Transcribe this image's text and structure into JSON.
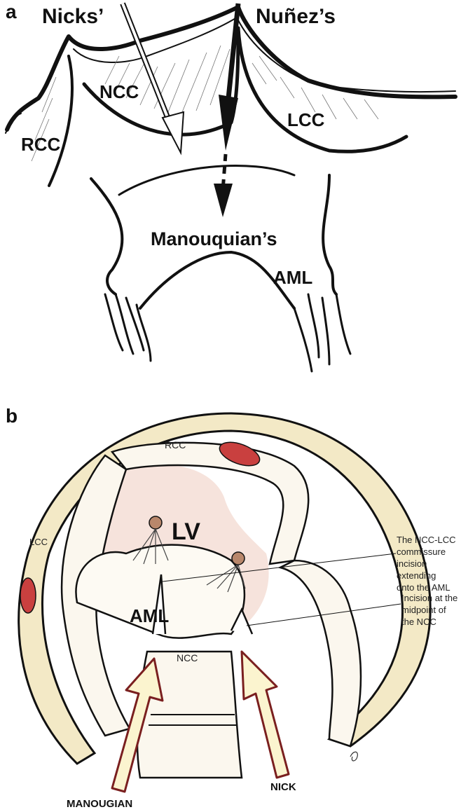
{
  "panel_a": {
    "panel_label": "a",
    "labels": {
      "nicks": "Nicks’",
      "nunez": "Nuñez’s",
      "ncc": "NCC",
      "lcc": "LCC",
      "rcc": "RCC",
      "manouquian": "Manouquian’s",
      "aml": "AML"
    }
  },
  "panel_b": {
    "panel_label": "b",
    "labels": {
      "rcc": "RCC",
      "lcc": "LCC",
      "lv": "LV",
      "aml": "AML",
      "ncc": "NCC",
      "manougian": "MANOUGIAN",
      "nick": "NICK"
    },
    "annotation_1": [
      "The NCC-LCC",
      "commissure",
      "incision",
      "extending",
      " onto the AML"
    ],
    "annotation_2": [
      "Incision at the",
      "midpoint of",
      "the NCC"
    ]
  },
  "colors": {
    "ink": "#111111",
    "lv_fill": "#f6e3dc",
    "annulus": "#f3e9c6",
    "coronary": "#c9403f",
    "arrow_fill": "#fbf4cf",
    "arrow_stroke": "#7a1f1f"
  }
}
